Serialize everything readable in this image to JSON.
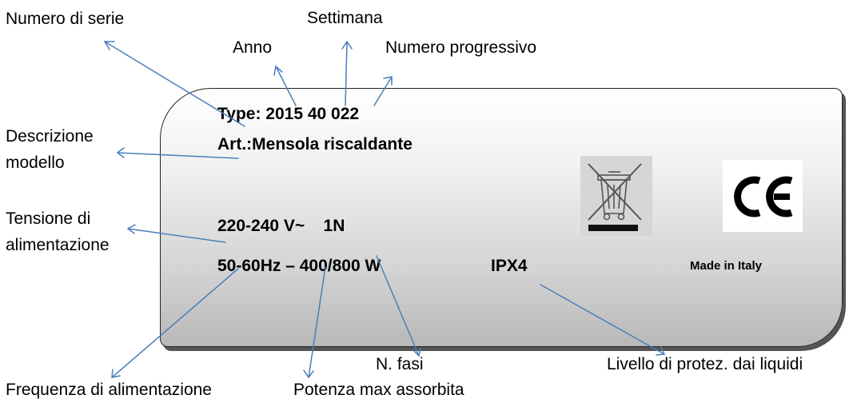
{
  "plate": {
    "type_line": "Type: 2015 40 022",
    "art_line": "Art.:Mensola riscaldante",
    "voltage_line": "220-240 V~    1N",
    "freq_power_line": "50-60Hz – 400/800 W",
    "ip_rating": "IPX4",
    "made_in": "Made in Italy",
    "ce_mark": "CE",
    "weee_icon": "crossed-out-wheelie-bin-icon"
  },
  "callouts": {
    "numero_di_serie": "Numero di serie",
    "settimana": "Settimana",
    "anno": "Anno",
    "numero_progressivo": "Numero progressivo",
    "descrizione_line1": "Descrizione",
    "descrizione_line2": "modello",
    "tensione_line1": "Tensione di",
    "tensione_line2": "alimentazione",
    "n_fasi": "N. fasi",
    "livello_protezione": "Livello di protez. dai liquidi",
    "frequenza": "Frequenza di alimentazione",
    "potenza": "Potenza max assorbita"
  },
  "colors": {
    "arrow": "#4a7ebb",
    "plate_border": "#222222",
    "text": "#000000"
  }
}
